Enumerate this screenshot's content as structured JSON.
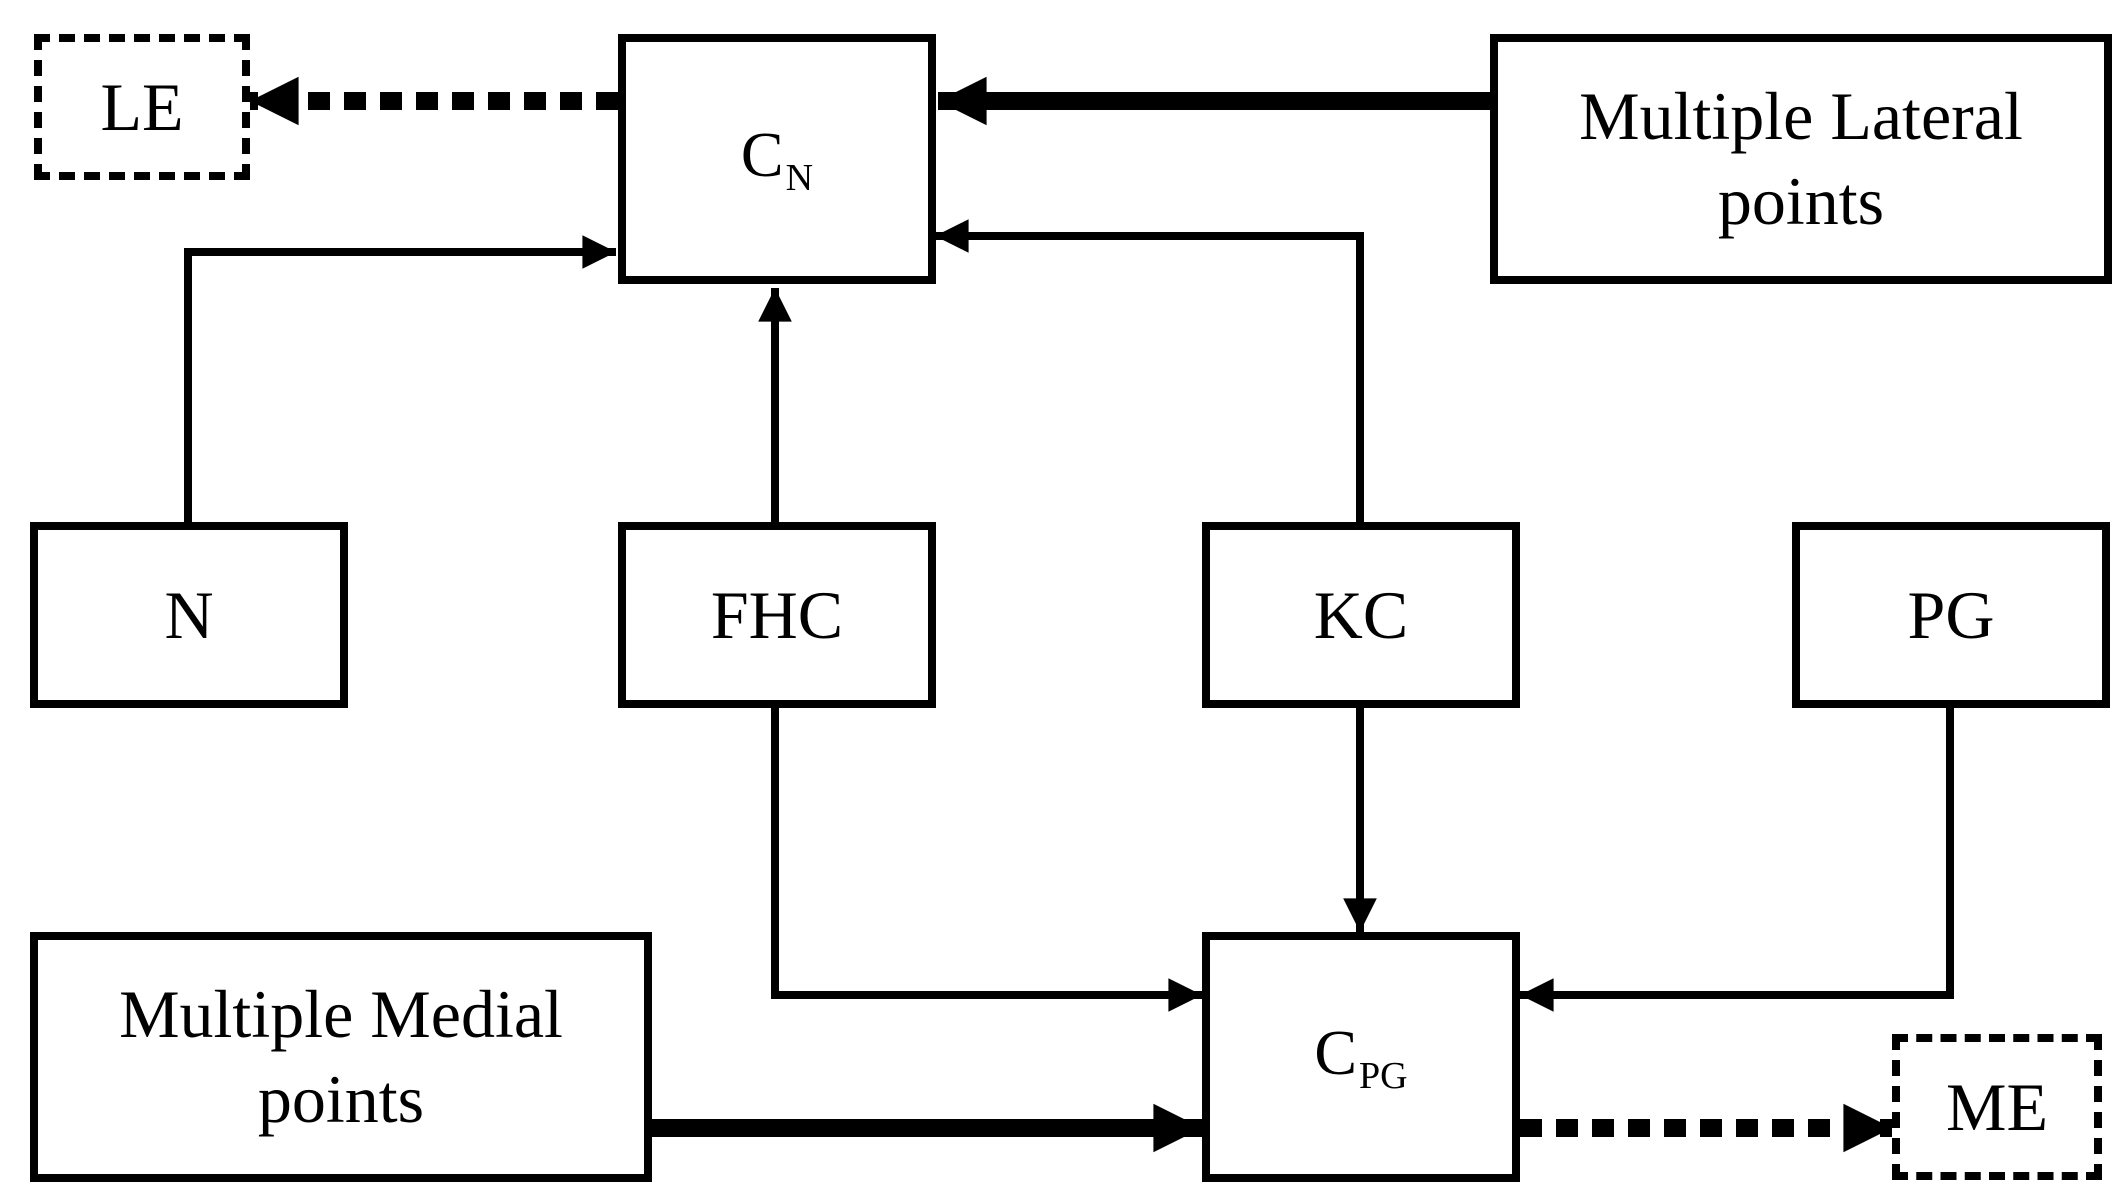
{
  "diagram": {
    "nodes": {
      "le": {
        "label": "LE"
      },
      "cn": {
        "main": "C",
        "sub": "N"
      },
      "lateral": {
        "label": "Multiple Lateral\npoints"
      },
      "n": {
        "label": "N"
      },
      "fhc": {
        "label": "FHC"
      },
      "kc": {
        "label": "KC"
      },
      "pg": {
        "label": "PG"
      },
      "medial": {
        "label": "Multiple Medial\npoints"
      },
      "cpg": {
        "main": "C",
        "sub": "PG"
      },
      "me": {
        "label": "ME"
      }
    },
    "edges": [
      {
        "from": "Multiple Lateral points",
        "to": "C_N",
        "style": "thick"
      },
      {
        "from": "C_N",
        "to": "LE",
        "style": "dotted"
      },
      {
        "from": "N",
        "to": "C_N",
        "style": "solid"
      },
      {
        "from": "FHC",
        "to": "C_N",
        "style": "solid"
      },
      {
        "from": "KC",
        "to": "C_N",
        "style": "solid"
      },
      {
        "from": "FHC",
        "to": "C_PG",
        "style": "solid"
      },
      {
        "from": "KC",
        "to": "C_PG",
        "style": "solid"
      },
      {
        "from": "PG",
        "to": "C_PG",
        "style": "solid"
      },
      {
        "from": "Multiple Medial points",
        "to": "C_PG",
        "style": "thick"
      },
      {
        "from": "C_PG",
        "to": "ME",
        "style": "dotted"
      }
    ],
    "colors": {
      "stroke": "#000000",
      "background": "#ffffff"
    }
  }
}
